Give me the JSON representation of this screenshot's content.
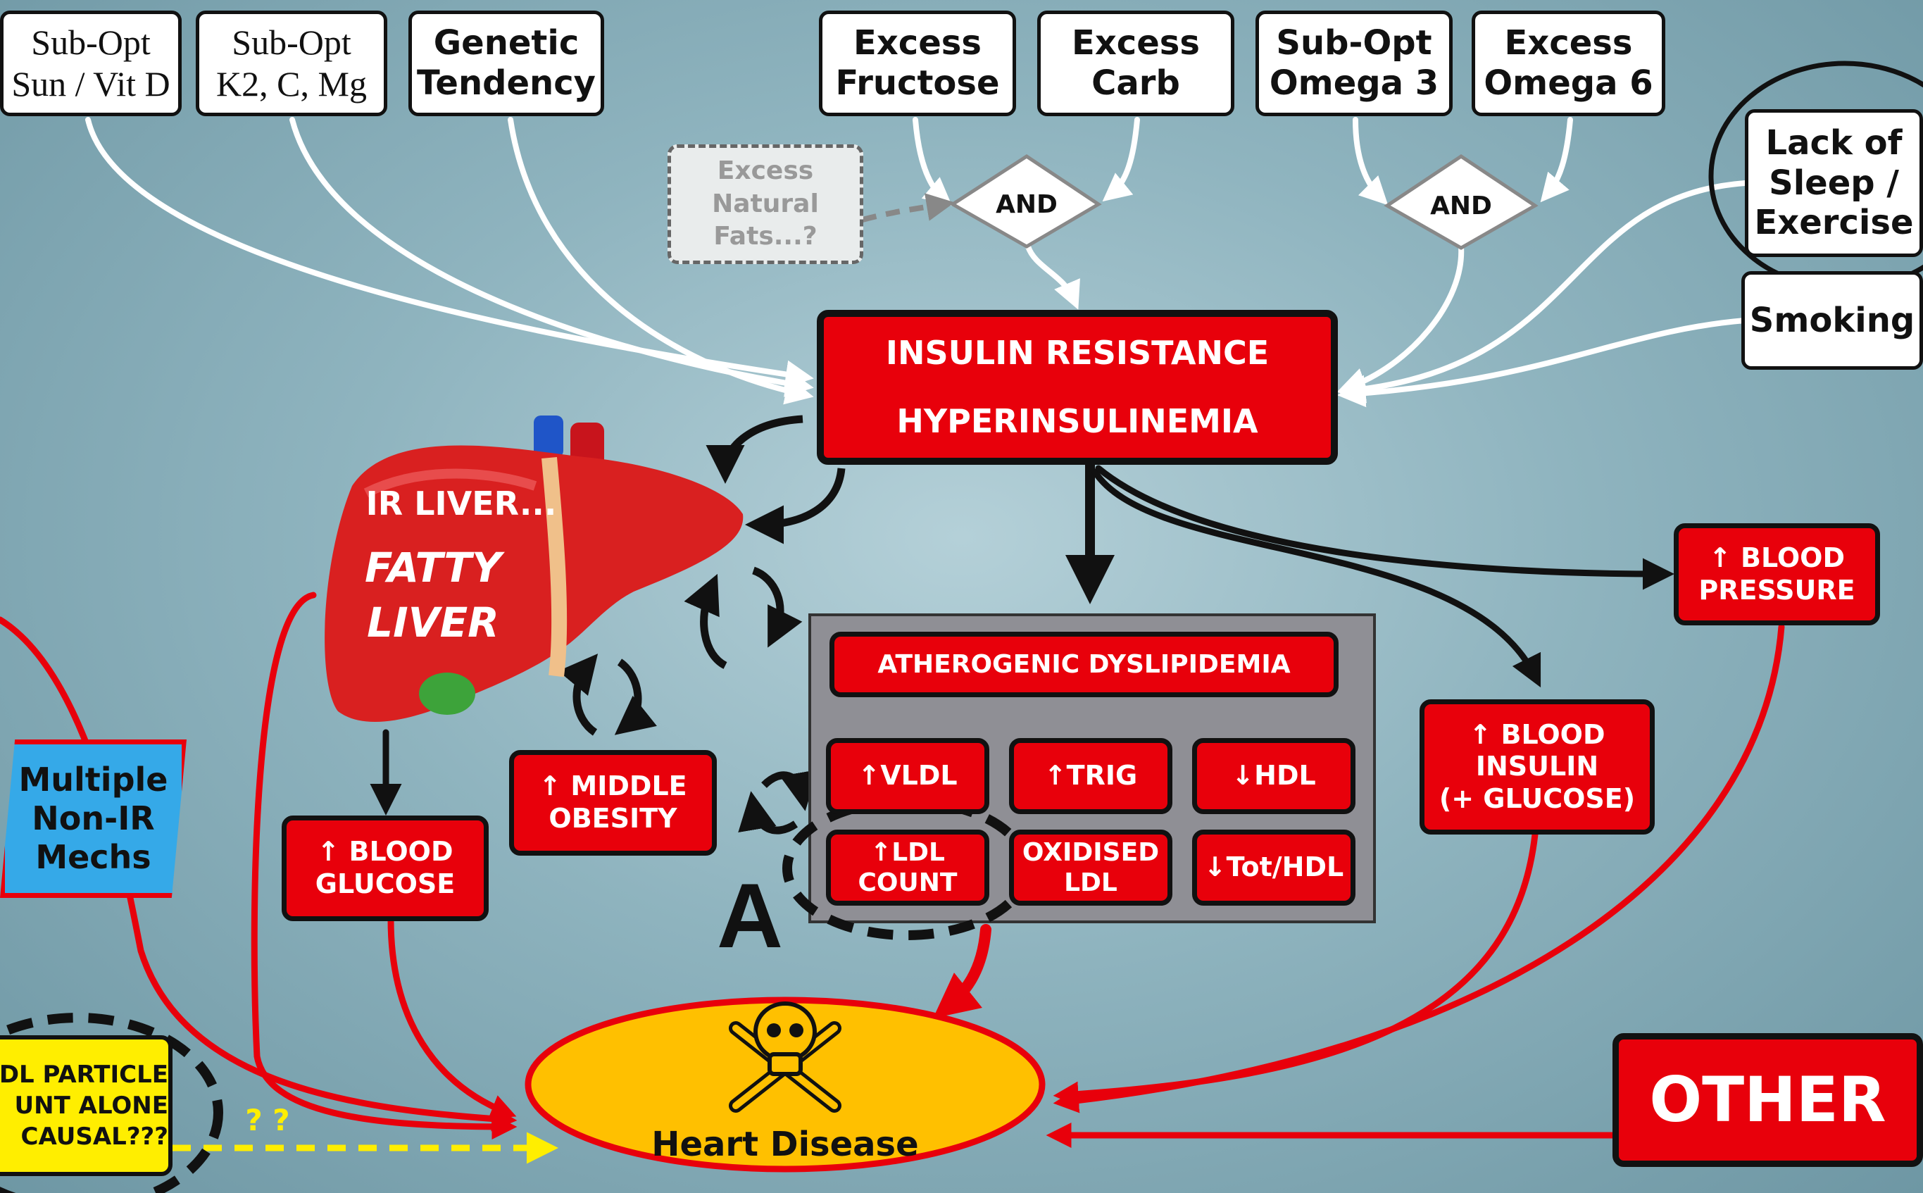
{
  "inputs": {
    "sun_vitd": [
      "Sub-Opt",
      "Sun / Vit D"
    ],
    "k2_c_mg": [
      "Sub-Opt",
      "K2, C, Mg"
    ],
    "genetic": [
      "Genetic",
      "Tendency"
    ],
    "fructose": [
      "Excess",
      "Fructose"
    ],
    "carb": [
      "Excess",
      "Carb"
    ],
    "omega3": [
      "Sub-Opt",
      "Omega 3"
    ],
    "omega6": [
      "Excess",
      "Omega 6"
    ],
    "natural_fats": [
      "Excess",
      "Natural",
      "Fats...?"
    ],
    "sleep_exercise": [
      "Lack of",
      "Sleep /",
      "Exercise"
    ],
    "smoking": "Smoking"
  },
  "gates": {
    "and_left": "AND",
    "and_right": "AND"
  },
  "core": {
    "insulin_resistance": "INSULIN RESISTANCE",
    "hyperinsulinemia": "HYPERINSULINEMIA"
  },
  "liver": {
    "ir_liver": "IR LIVER...",
    "fatty": "FATTY",
    "liver": "LIVER"
  },
  "effects": {
    "blood_glucose": [
      "↑ BLOOD",
      "GLUCOSE"
    ],
    "middle_obesity": [
      "↑ MIDDLE",
      "OBESITY"
    ],
    "blood_pressure": [
      "↑ BLOOD",
      "PRESSURE"
    ],
    "blood_insulin": [
      "↑ BLOOD",
      "INSULIN",
      "(+ GLUCOSE)"
    ]
  },
  "dyslipidemia": {
    "title": "ATHEROGENIC DYSLIPIDEMIA",
    "vldl": "↑VLDL",
    "trig": "↑TRIG",
    "hdl": "↓HDL",
    "ldl_count": [
      "↑LDL",
      "COUNT"
    ],
    "oxidised_ldl": [
      "OXIDISED",
      "LDL"
    ],
    "tot_hdl": "↓Tot/HDL"
  },
  "marker_a": "A",
  "multiple_non_ir": [
    "Multiple",
    "Non-IR",
    "Mechs"
  ],
  "ldl_particle": [
    "DL PARTICLE",
    "UNT ALONE",
    "CAUSAL???"
  ],
  "question_marks": "? ?",
  "heart_disease": "Heart Disease",
  "other": "OTHER",
  "colors": {
    "red": "#e8000b",
    "yellow": "#ffcc00",
    "background": "#9fbfc8"
  }
}
